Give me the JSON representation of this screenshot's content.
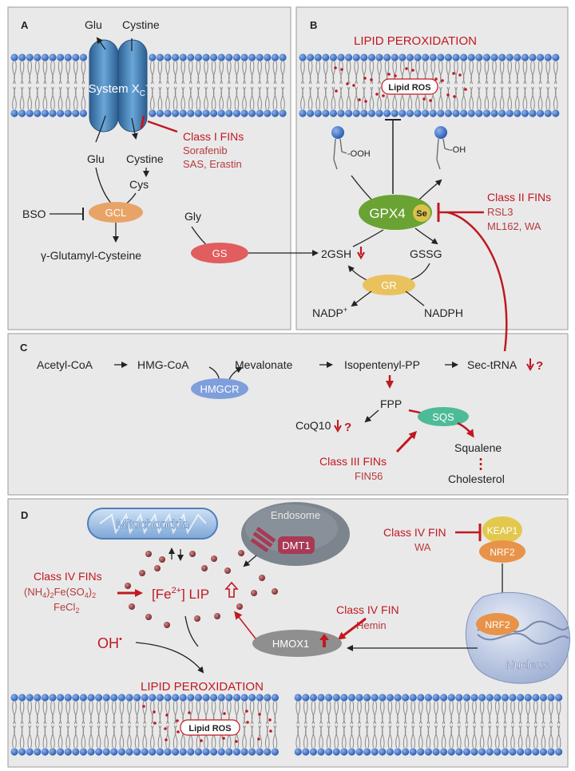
{
  "colors": {
    "panel_bg": "#e9e9ea",
    "panel_border": "#9a9a9a",
    "inhibitor_red": "#c0191f",
    "text_red": "#b73a3a",
    "lipid_head": "#3b6fc2",
    "enzyme_gcl": "#e8a466",
    "enzyme_gs": "#e25d5d",
    "enzyme_gpx4": "#6aa233",
    "enzyme_gr": "#e9c25e",
    "enzyme_hmgcr": "#7f9fdc",
    "enzyme_sqs": "#4dbb98",
    "enzyme_hmox1": "#8f8f8f",
    "keap1": "#e3c84e",
    "nrf2": "#e8934a",
    "system_xc": "#3f7fb8"
  },
  "panel_a": {
    "label": "A",
    "transporter": "System X",
    "transporter_sub": "C",
    "transporter_sup": "-",
    "glu_out": "Glu",
    "cystine_out": "Cystine",
    "glu_in": "Glu",
    "cystine_in": "Cystine",
    "cys": "Cys",
    "class_title": "Class I FINs",
    "class_drugs": [
      "Sorafenib",
      "SAS, Erastin"
    ],
    "bso": "BSO",
    "gcl": "GCL",
    "gly": "Gly",
    "gs": "GS",
    "glutamyl": "γ-Glutamyl-Cysteine"
  },
  "panel_b": {
    "label": "B",
    "lipid_peroxidation": "LIPID PEROXIDATION",
    "lipid_ros": "Lipid ROS",
    "ooh": "-OOH",
    "oh": "-OH",
    "gpx4": "GPX4",
    "se": "Se",
    "class_title": "Class II FINs",
    "class_drugs": [
      "RSL3",
      "ML162, WA"
    ],
    "gsh": "2GSH",
    "gssg": "GSSG",
    "gr": "GR",
    "nadp": "NADP",
    "nadp_sup": "+",
    "nadph": "NADPH"
  },
  "panel_c": {
    "label": "C",
    "acetyl": "Acetyl-CoA",
    "hmg": "HMG-CoA",
    "mevalonate": "Mevalonate",
    "ipp": "Isopentenyl-PP",
    "sec": "Sec-tRNA",
    "hmgcr": "HMGCR",
    "fpp": "FPP",
    "coq10": "CoQ10",
    "sqs": "SQS",
    "squalene": "Squalene",
    "cholesterol": "Cholesterol",
    "class_title": "Class III FINs",
    "class_drug": "FIN56",
    "q": "?"
  },
  "panel_d": {
    "label": "D",
    "mito": "Mitochondria",
    "endosome": "Endosome",
    "dmt1": "DMT1",
    "class_iv_fins": "Class IV FINs",
    "fe_salt_1": "(NH",
    "fe_salt_sub1": "4",
    "fe_salt_2": ")",
    "fe_salt_sub2": "2",
    "fe_salt_3": "Fe(SO",
    "fe_salt_sub3": "4",
    "fe_salt_4": ")",
    "fe_salt_sub4": "2",
    "fecl": "FeCl",
    "fecl_sub": "2",
    "lip": "[Fe",
    "lip_sup": "2+",
    "lip_end": "] LIP",
    "oh": "OH",
    "oh_sup": "•",
    "lipid_peroxidation": "LIPID PEROXIDATION",
    "lipid_ros": "Lipid ROS",
    "class_iv_fin_1": "Class IV FIN",
    "wa": "WA",
    "keap1": "KEAP1",
    "nrf2_top": "NRF2",
    "nrf2_nucleus": "NRF2",
    "nucleus": "Nucleus",
    "class_iv_fin_2": "Class IV FIN",
    "hemin": "Hemin",
    "hmox1": "HMOX1"
  }
}
